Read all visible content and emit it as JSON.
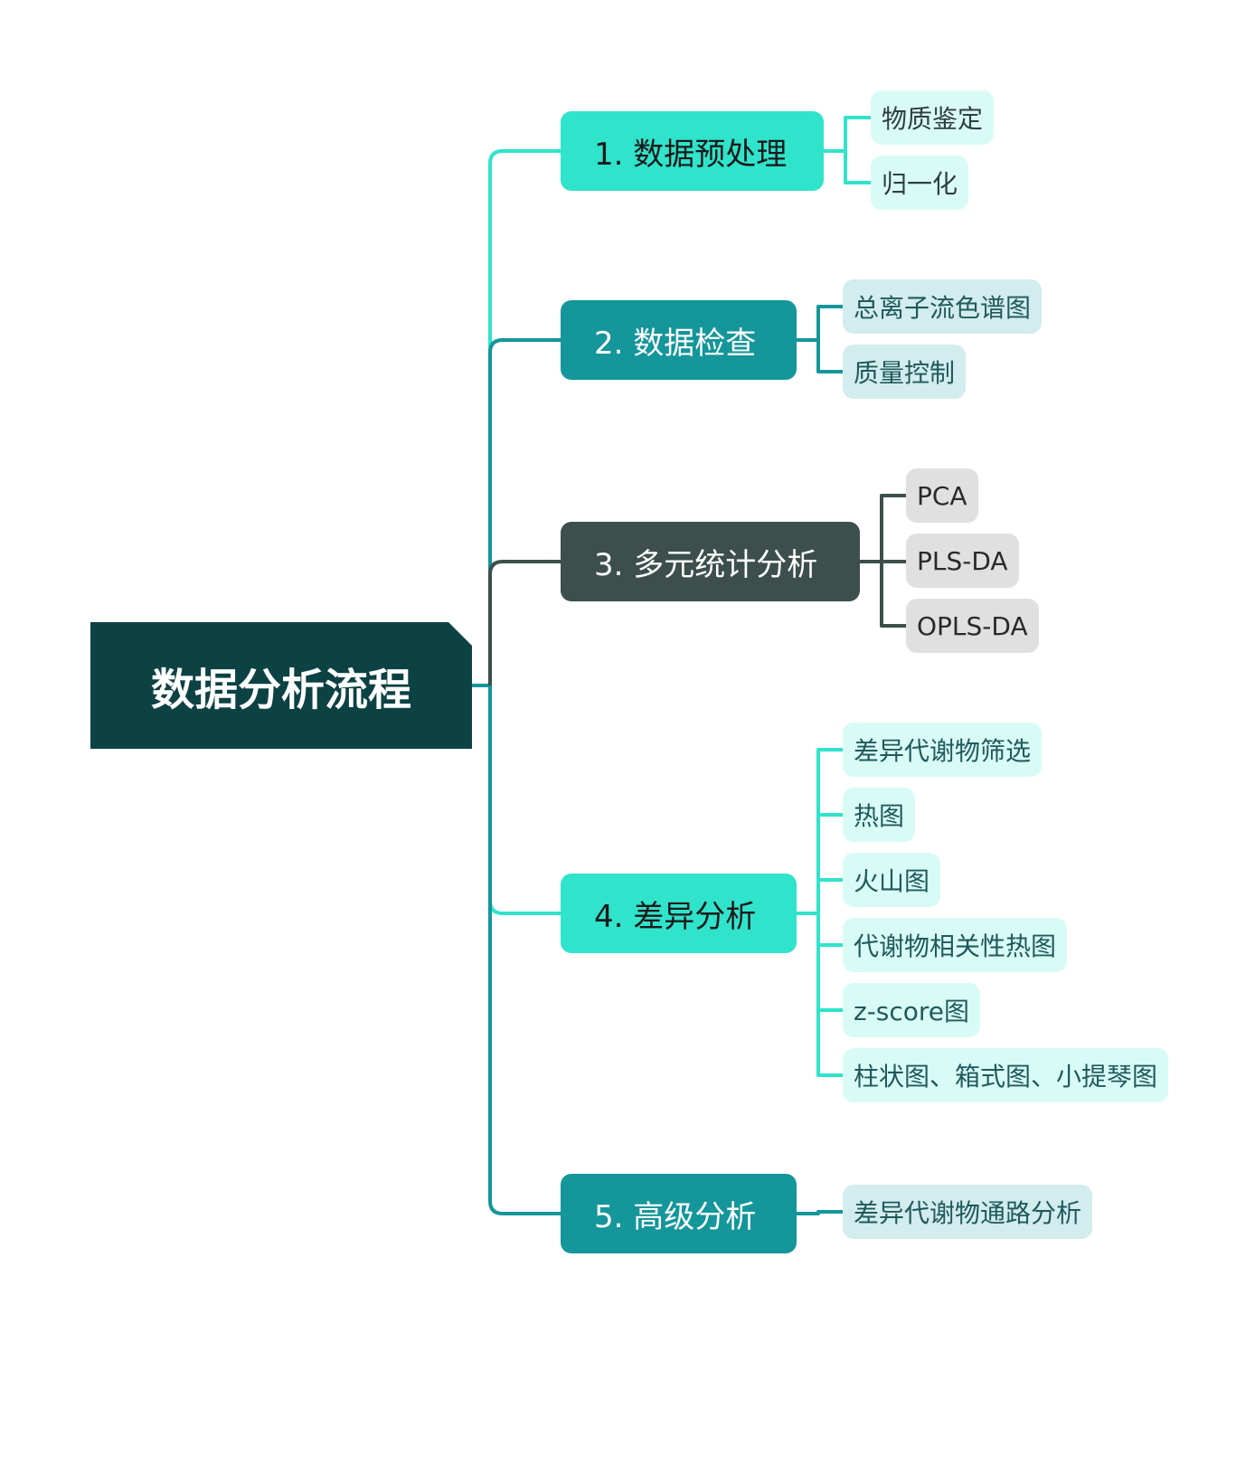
{
  "root": {
    "label": "数据分析流程"
  },
  "branches": [
    {
      "label": "1. 数据预处理",
      "color": "#30e3cb",
      "text_color": "#1a1a1a",
      "leaf_bg": "#d9fbf6",
      "leaf_text": "#2f3f3f",
      "leaves": [
        "物质鉴定",
        "归一化"
      ]
    },
    {
      "label": "2. 数据检查",
      "color": "#14969a",
      "text_color": "#ffffff",
      "leaf_bg": "#d3eced",
      "leaf_text": "#1f5a5c",
      "leaves": [
        "总离子流色谱图",
        "质量控制"
      ]
    },
    {
      "label": "3. 多元统计分析",
      "color": "#3d4f4c",
      "text_color": "#ffffff",
      "leaf_bg": "#e0e0e0",
      "leaf_text": "#2a2a2a",
      "leaves": [
        "PCA",
        "PLS-DA",
        "OPLS-DA"
      ]
    },
    {
      "label": "4. 差异分析",
      "color": "#30e3cb",
      "text_color": "#1a1a1a",
      "leaf_bg": "#d9fbf6",
      "leaf_text": "#1f5a5c",
      "leaves": [
        "差异代谢物筛选",
        "热图",
        "火山图",
        "代谢物相关性热图",
        "z-score图",
        "柱状图、箱式图、小提琴图"
      ]
    },
    {
      "label": "5. 高级分析",
      "color": "#14969a",
      "text_color": "#ffffff",
      "leaf_bg": "#d3eced",
      "leaf_text": "#1f5a5c",
      "leaves": [
        "差异代谢物通路分析"
      ]
    }
  ]
}
